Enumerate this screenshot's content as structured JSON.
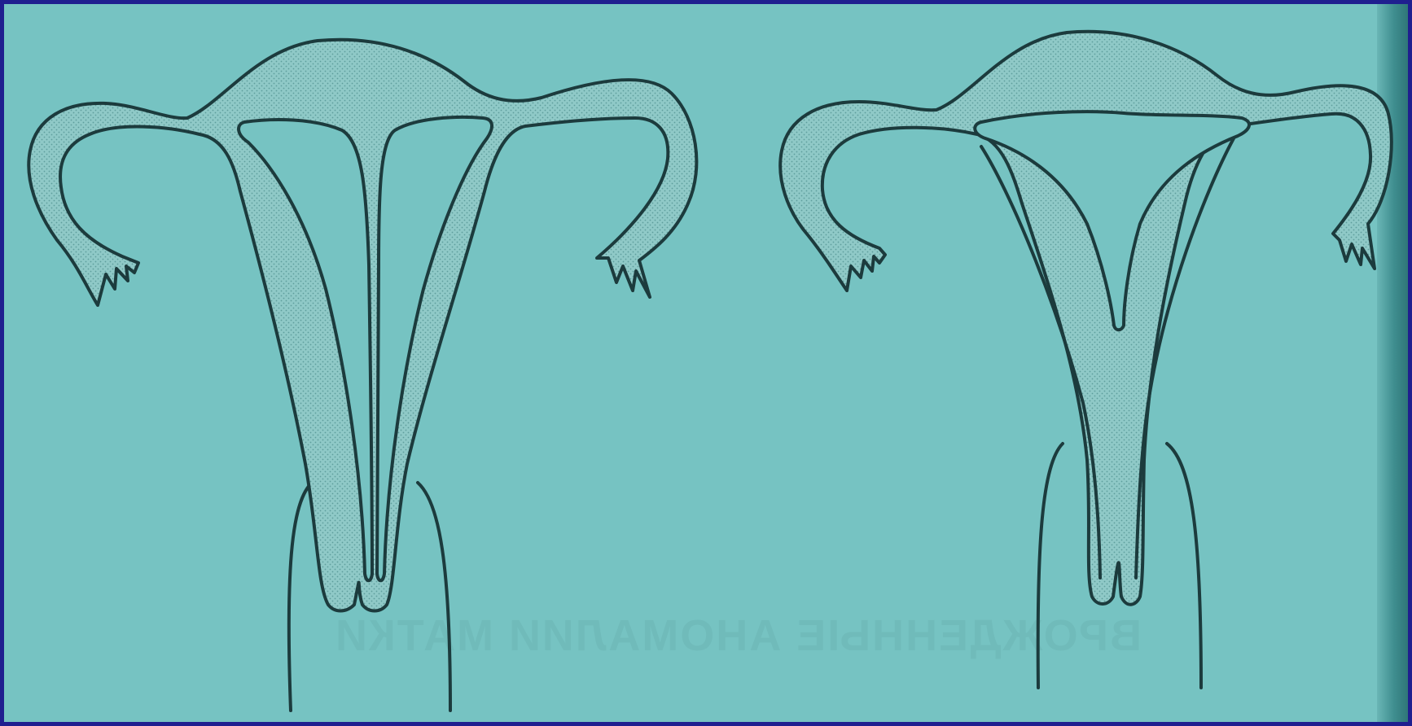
{
  "colors": {
    "border": "#1f1f8f",
    "background": "#76c3c2",
    "stroke": "#1c3b3d",
    "fill_tissue": "#8fc9c7"
  },
  "figures": [
    {
      "name": "uterus-left",
      "kind": "uterus-with-complete-septum"
    },
    {
      "name": "uterus-right",
      "kind": "uterus-with-partial-septum"
    }
  ],
  "background_text": {
    "mirrored_heading": "ВРОЖДЕННЫЕ АНОМАЛИИ МАТКИ"
  }
}
